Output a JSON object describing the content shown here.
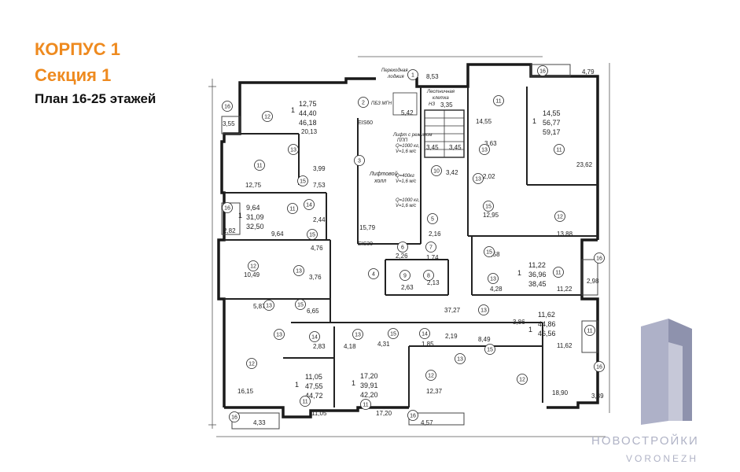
{
  "header": {
    "building": "КОРПУС 1",
    "section": "Секция 1",
    "plan_prefix": "План",
    "plan_range": "16-25",
    "plan_suffix": "этажей"
  },
  "logo": {
    "name": "НОВОСТРОЙКИ",
    "city": "VORONEZH",
    "color": "#b0b3c6"
  },
  "apartments": [
    {
      "id": "apt-top-left",
      "rooms": "1",
      "l1": "12,75",
      "l2": "44,40",
      "l3": "46,18"
    },
    {
      "id": "apt-top-right",
      "rooms": "1",
      "l1": "14,55",
      "l2": "56,77",
      "l3": "59,17"
    },
    {
      "id": "apt-left-middle",
      "rooms": "1",
      "l1": "9,64",
      "l2": "31,09",
      "l3": "32,50"
    },
    {
      "id": "apt-right-middle",
      "rooms": "1",
      "l1": "11,22",
      "l2": "36,96",
      "l3": "38,45"
    },
    {
      "id": "apt-right-lower",
      "rooms": "1",
      "l1": "11,62",
      "l2": "44,86",
      "l3": "46,56"
    },
    {
      "id": "apt-bottom-left",
      "rooms": "1",
      "l1": "11,05",
      "l2": "47,55",
      "l3": "44,72"
    },
    {
      "id": "apt-bottom-center",
      "rooms": "1",
      "l1": "17,20",
      "l2": "39,91",
      "l3": "42,20"
    }
  ],
  "notes": {
    "transition_loggia_1": "Переходная",
    "transition_loggia_2": "лоджия",
    "stair_cell_1": "Лестничная",
    "stair_cell_2": "клетка",
    "stair_cell_3": "НЗ",
    "mgn": "ПБЗ МГН",
    "lift_1": "Лифт с режимом",
    "lift_2": "ППП",
    "lift_q1": "Q=1000 кг,",
    "lift_v1": "V=1,6 м/с",
    "lift_q2": "Q=400кг",
    "lift_v2": "V=1,6 м/с",
    "lift_q3": "Q=1000 кг,",
    "lift_v3": "V=1,6 м/с",
    "lift_hall_1": "Лифтовой",
    "lift_hall_2": "холл",
    "ei60": "EIS60",
    "ei30": "EIS30"
  },
  "area_labels": [
    "8,53",
    "5,42",
    "3,35",
    "3,55",
    "20,13",
    "3,99",
    "7,53",
    "12,75",
    "2,44",
    "9,64",
    "2,82",
    "4,76",
    "10,49",
    "3,76",
    "6,65",
    "5,87",
    "2,83",
    "16,15",
    "11,05",
    "4,33",
    "17,20",
    "4,18",
    "4,31",
    "1,85",
    "2,19",
    "12,37",
    "4,57",
    "8,49",
    "18,90",
    "3,39",
    "11,62",
    "3,86",
    "37,27",
    "2,63",
    "2,13",
    "2,26",
    "1,74",
    "4,28",
    "11,22",
    "2,98",
    "7,58",
    "13,88",
    "12,95",
    "23,62",
    "2,02",
    "3,42",
    "3,63",
    "14,55",
    "3,45",
    "3,45",
    "15,79",
    "2,16",
    "4,79"
  ],
  "room_numbers": [
    "1",
    "2",
    "3",
    "4",
    "5",
    "6",
    "7",
    "8",
    "9",
    "10",
    "11",
    "12",
    "13",
    "14",
    "15",
    "16"
  ]
}
